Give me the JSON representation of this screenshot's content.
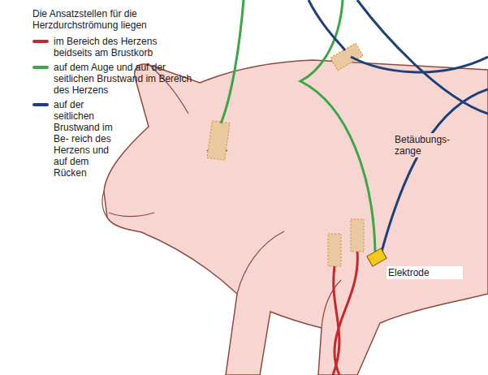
{
  "diagram": {
    "title": "Die Ansatzstellen für die Herzdurchströmung liegen",
    "labels": [
      "Betäubungs- zange",
      "Elektrode"
    ],
    "legend": [
      {
        "text": "im Bereich des Herzens beidseits am Brustkorb",
        "color": "#c8272e"
      },
      {
        "text": "auf dem Auge und auf der seitlichen Brustwand im Bereich des Herzens",
        "color": "#3aa648"
      },
      {
        "text": "auf der seitlichen Brustwand im Be- reich des Herzens und auf dem Rücken",
        "color": "#1f3f7a"
      }
    ]
  }
}
